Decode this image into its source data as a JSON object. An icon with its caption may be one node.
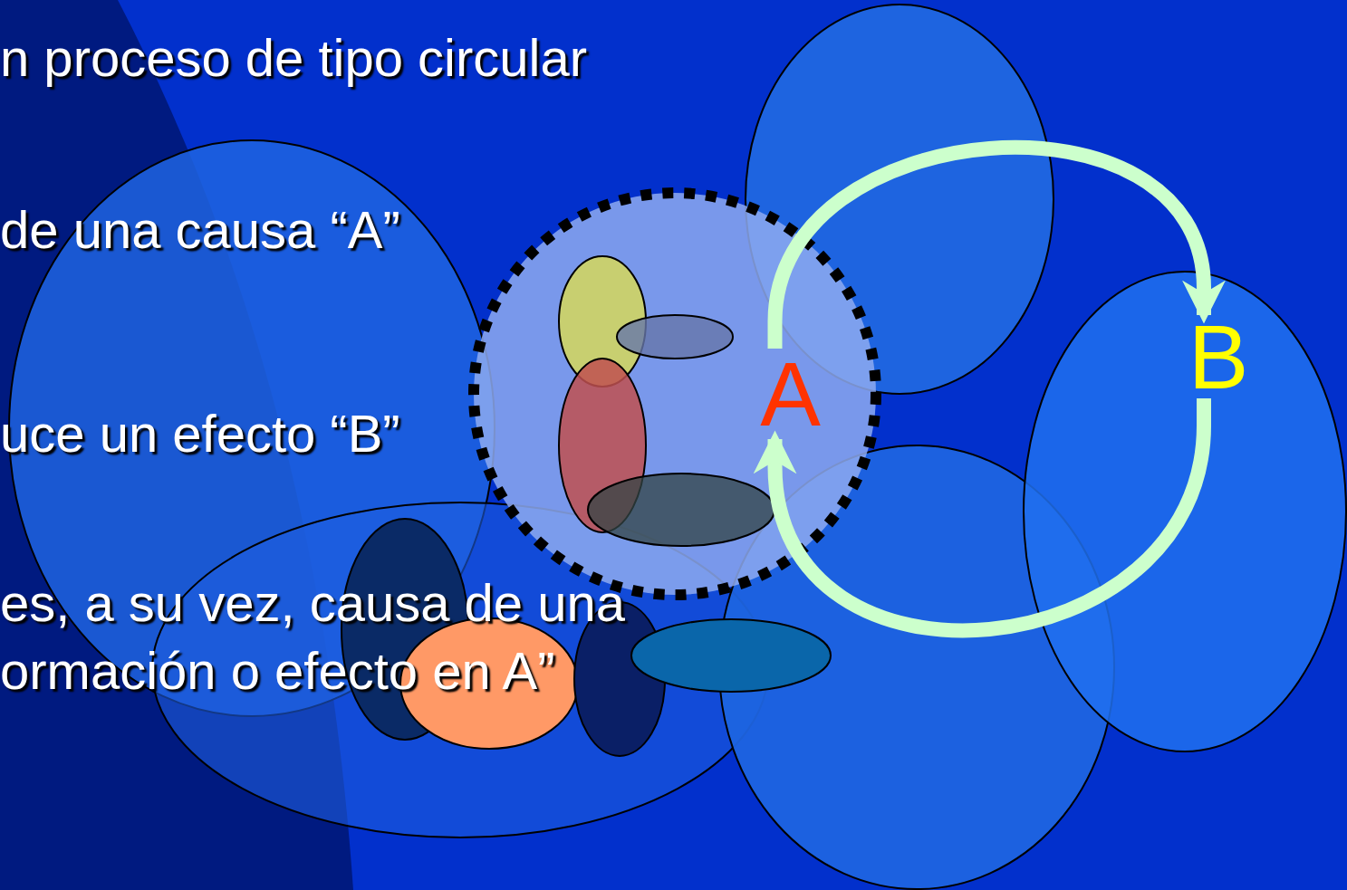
{
  "diagram": {
    "nodes": [
      {
        "text": [
          "A"
        ]
      },
      {
        "text": [
          "B"
        ]
      }
    ],
    "edges": [
      {
        "from": 0,
        "to": 1,
        "arrow": "to"
      },
      {
        "from": 1,
        "to": 0,
        "arrow": "to"
      }
    ],
    "labels": [
      "n proceso de tipo circular",
      "de una causa “A”",
      "uce un efecto “B”",
      "es, a su vez, causa de una",
      "ormación o efecto en A”"
    ]
  }
}
